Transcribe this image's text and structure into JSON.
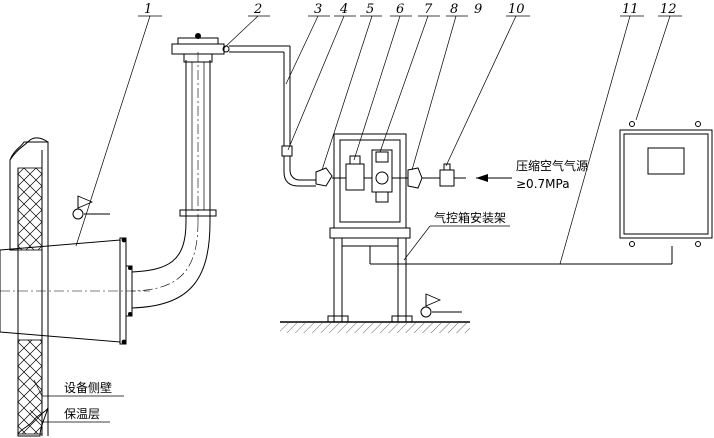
{
  "callouts": [
    "1",
    "2",
    "3",
    "4",
    "5",
    "6",
    "7",
    "8",
    "9",
    "10",
    "11",
    "12"
  ],
  "labels": {
    "air_source_line1": "压缩空气气源",
    "air_source_line2": "≥0.7MPa",
    "bracket": "气控箱安装架",
    "wall": "设备侧壁",
    "insulation": "保温层"
  }
}
